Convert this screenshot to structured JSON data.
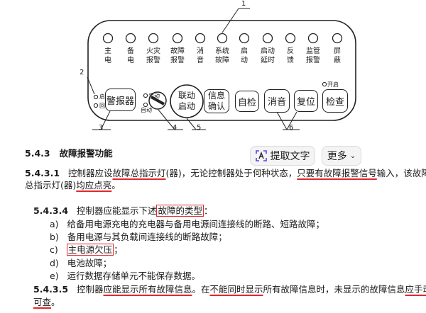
{
  "panel": {
    "indicators": [
      {
        "label_l1": "主",
        "label_l2": "电"
      },
      {
        "label_l1": "备",
        "label_l2": "电"
      },
      {
        "label_l1": "火灾",
        "label_l2": "报警"
      },
      {
        "label_l1": "故障",
        "label_l2": "报警"
      },
      {
        "label_l1": "消",
        "label_l2": "音"
      },
      {
        "label_l1": "系统",
        "label_l2": "故障"
      },
      {
        "label_l1": "启",
        "label_l2": "动"
      },
      {
        "label_l1": "启动",
        "label_l2": "延时"
      },
      {
        "label_l1": "反",
        "label_l2": "馈"
      },
      {
        "label_l1": "监管",
        "label_l2": "报警"
      },
      {
        "label_l1": "屏",
        "label_l2": "蔽"
      }
    ],
    "left_small": {
      "start": "启动",
      "feedback": "回答"
    },
    "alarm_button": "警报器",
    "key_labels": {
      "manual": "手动",
      "auto": "自动"
    },
    "linkage_button": {
      "l1": "联动",
      "l2": "启动"
    },
    "info_button": {
      "l1": "信息",
      "l2": "确认"
    },
    "self_check_button": "自检",
    "mute_button": "消音",
    "reset_button": "复位",
    "check_button": "检查",
    "open_label": "开启",
    "callouts": [
      "1",
      "2",
      "3",
      "4",
      "5",
      "6"
    ]
  },
  "toolbar": {
    "extract_text": "提取文字",
    "more": "更多"
  },
  "doc": {
    "section_num": "5.4.3",
    "section_title": "故障报警功能",
    "p531_num": "5.4.3.1",
    "p531_a": "控制器应设",
    "p531_b": "故障总指示灯",
    "p531_c": "(器)，无论控制器处于何种状态，",
    "p531_d": "只要有故障报警信号",
    "p531_e": "输入，该故障",
    "p531_f": "总指示灯(器)",
    "p531_g": "均应点亮",
    "p531_h": "。",
    "p534_num": "5.4.3.4",
    "p534_a": "控制器应能显示下述",
    "p534_b": "故障的类型",
    "p534_c": "：",
    "items": [
      {
        "mark": "a)",
        "text": "给备用电源充电的充电器与备用电源间连接线的断路、短路故障；"
      },
      {
        "mark": "b)",
        "text": "备用电源与其负载间连接线的断路故障；"
      },
      {
        "mark": "c)",
        "text": "主电源欠压",
        "tail": "；"
      },
      {
        "mark": "d)",
        "text": "电池故障；"
      },
      {
        "mark": "e)",
        "text": "运行数据存储单元不能保存数据。"
      }
    ],
    "p535_num": "5.4.3.5",
    "p535_a": "控制器",
    "p535_b": "应能显示所有故障信息",
    "p535_c": "。在",
    "p535_d": "不能同时显示",
    "p535_e": "所有故障信息时，未显示的故障信息",
    "p535_f": "应手动",
    "p535_g": "可查",
    "p535_h": "。"
  }
}
